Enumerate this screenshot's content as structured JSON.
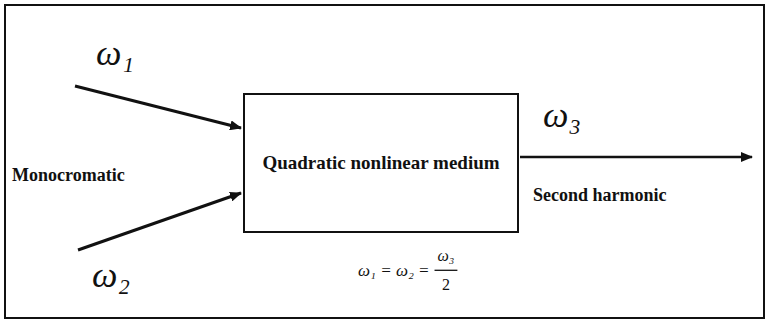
{
  "diagram": {
    "nodes": [
      {
        "text": [
          "Quadratic nonlinear medium"
        ]
      }
    ],
    "labels": [
      "ω₁",
      "ω₂",
      "ω₃",
      "Monocromatic",
      "Second harmonic",
      "ω₁ = ω₂ =",
      "ω₃",
      "2"
    ]
  }
}
